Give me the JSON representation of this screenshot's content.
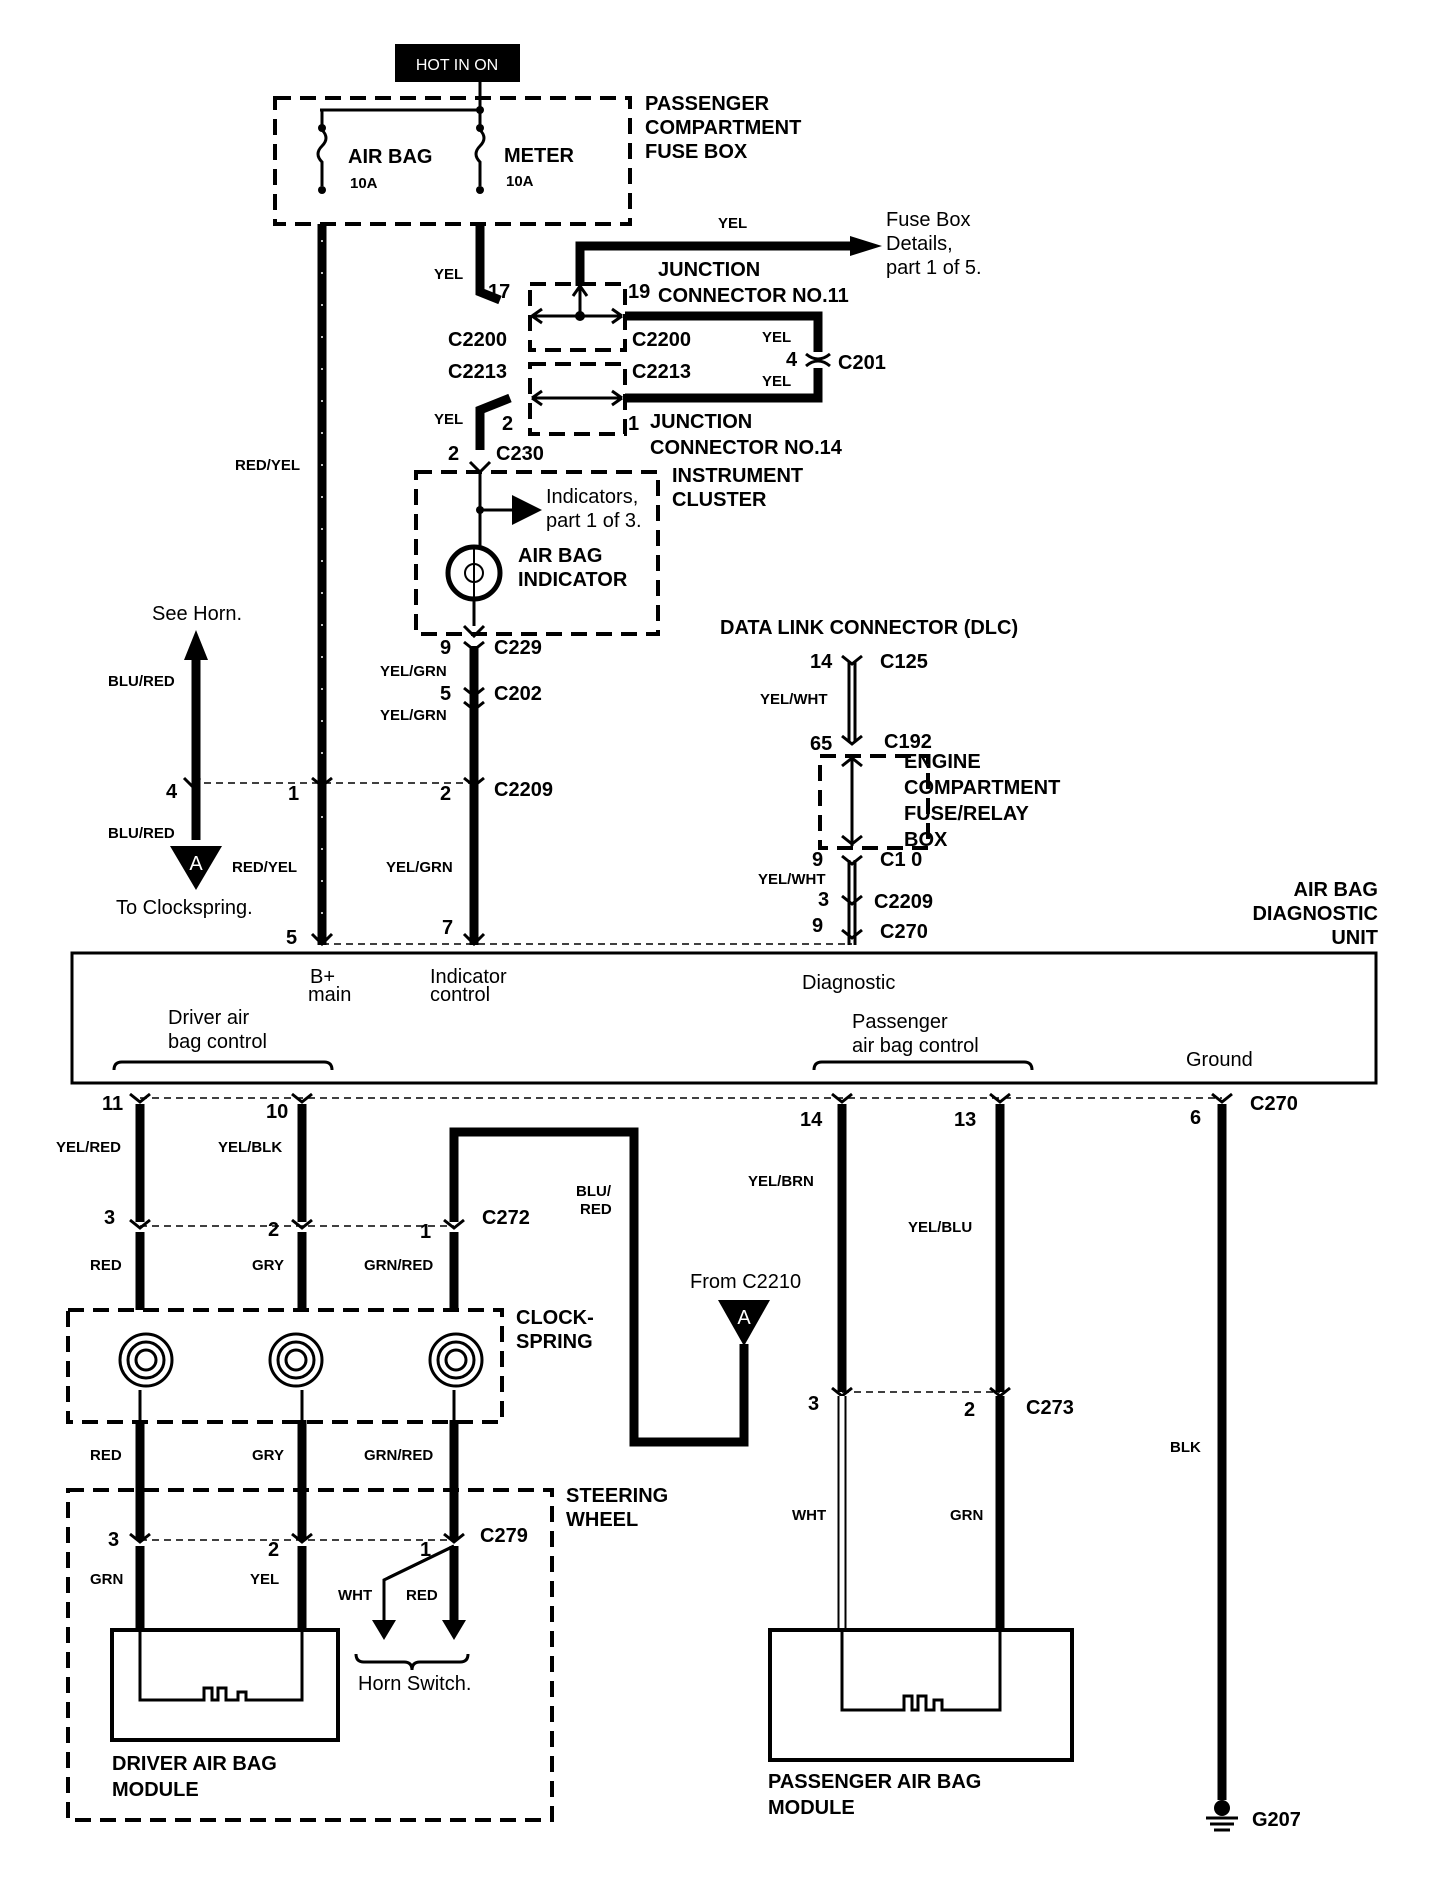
{
  "header": {
    "hot_label": "HOT IN ON"
  },
  "fuse_box": {
    "title_line1": "PASSENGER",
    "title_line2": "COMPARTMENT",
    "title_line3": "FUSE BOX",
    "fuse1_name": "AIR BAG",
    "fuse1_rating": "10A",
    "fuse2_name": "METER",
    "fuse2_rating": "10A"
  },
  "ref_fusebox": {
    "line1": "Fuse Box",
    "line2": "Details,",
    "line3": "part 1 of 5."
  },
  "junction11": {
    "line1": "JUNCTION",
    "line2": "CONNECTOR NO.11"
  },
  "junction14": {
    "line1": "JUNCTION",
    "line2": "CONNECTOR NO.14"
  },
  "cluster": {
    "line1": "INSTRUMENT",
    "line2": "CLUSTER",
    "ind1": "AIR BAG",
    "ind2": "INDICATOR",
    "ref1": "Indicators,",
    "ref2": "part 1 of 3."
  },
  "dlc": {
    "title": "DATA LINK CONNECTOR (DLC)"
  },
  "engine_box": {
    "line1": "ENGINE",
    "line2": "COMPARTMENT",
    "line3": "FUSE/RELAY",
    "line4": "BOX"
  },
  "unit": {
    "title1": "AIR BAG",
    "title2": "DIAGNOSTIC",
    "title3": "UNIT",
    "b_main1": "B+",
    "b_main2": "main",
    "ind_ctrl1": "Indicator",
    "ind_ctrl2": "control",
    "diagnostic": "Diagnostic",
    "driver1": "Driver  air",
    "driver2": "bag control",
    "pass1": "Passenger",
    "pass2": "air bag control",
    "ground": "Ground"
  },
  "horn": {
    "see_horn": "See Horn.",
    "to_clockspring": "To Clockspring.",
    "from_c2210": "From C2210",
    "horn_switch": "Horn Switch.",
    "marker": "A"
  },
  "clockspring": {
    "line1": "CLOCK-",
    "line2": "SPRING"
  },
  "steering": {
    "line1": "STEERING",
    "line2": "WHEEL"
  },
  "driver_module": {
    "line1": "DRIVER AIR BAG",
    "line2": "MODULE"
  },
  "pass_module": {
    "line1": "PASSENGER AIR BAG",
    "line2": "MODULE"
  },
  "ground_ref": "G207",
  "connectors": {
    "c2200a": "C2200",
    "c2200b": "C2200",
    "c2213a": "C2213",
    "c2213b": "C2213",
    "c201": "C201",
    "c230": "C230",
    "c229": "C229",
    "c202": "C202",
    "c2209a": "C2209",
    "c125": "C125",
    "c192": "C192",
    "c1_0": "C1  0",
    "c2209b": "C2209",
    "c270a": "C270",
    "c270b": "C270",
    "c272": "C272",
    "c273": "C273",
    "c279": "C279"
  },
  "pins": {
    "p17": "17",
    "p19": "19",
    "p4a": "4",
    "p2a": "2",
    "p1a": "1",
    "p2b": "2",
    "p9a": "9",
    "p5a": "5",
    "p4b": "4",
    "p1b": "1",
    "p2c": "2",
    "p5b": "5",
    "p7": "7",
    "p14a": "14",
    "p65": "65",
    "p9b": "9",
    "p3a": "3",
    "p9c": "9",
    "p11": "11",
    "p10": "10",
    "p14b": "14",
    "p13": "13",
    "p6": "6",
    "p3b": "3",
    "p2d": "2",
    "p1c": "1",
    "p3c": "3",
    "p2e": "2",
    "p3d": "3",
    "p2f": "2",
    "p1d": "1"
  },
  "wires": {
    "yel_top": "YEL",
    "yel_1": "YEL",
    "yel_c201a": "YEL",
    "yel_c201b": "YEL",
    "yel_2": "YEL",
    "red_yel_1": "RED/YEL",
    "red_yel_2": "RED/YEL",
    "blu_red_1": "BLU/RED",
    "blu_red_2": "BLU/RED",
    "yel_grn_1": "YEL/GRN",
    "yel_grn_2": "YEL/GRN",
    "yel_grn_3": "YEL/GRN",
    "yel_wht_1": "YEL/WHT",
    "yel_wht_2": "YEL/WHT",
    "yel_red": "YEL/RED",
    "yel_blk": "YEL/BLK",
    "blu_a": "BLU/",
    "blu_b": "RED",
    "yel_brn": "YEL/BRN",
    "yel_blu": "YEL/BLU",
    "red1": "RED",
    "gry1": "GRY",
    "grn_red1": "GRN/RED",
    "red2": "RED",
    "gry2": "GRY",
    "grn_red2": "GRN/RED",
    "grn1": "GRN",
    "yel3": "YEL",
    "wht1": "WHT",
    "red3": "RED",
    "wht2": "WHT",
    "grn2": "GRN",
    "blk": "BLK"
  }
}
